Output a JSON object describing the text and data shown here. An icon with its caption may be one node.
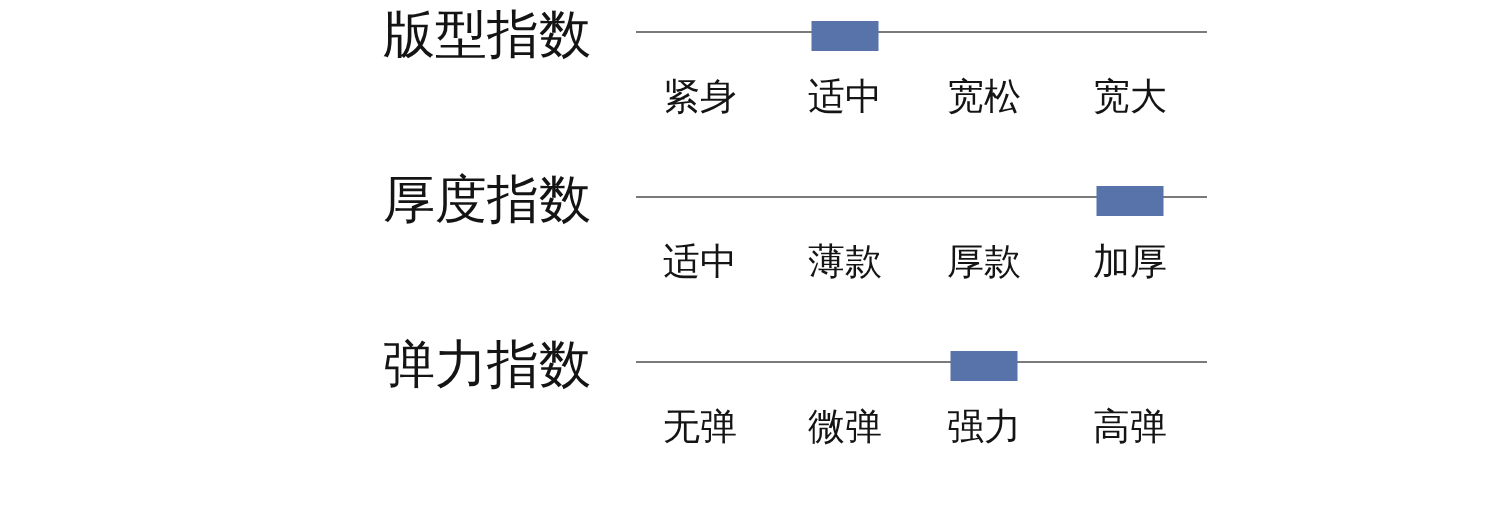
{
  "diagram": {
    "labels": [
      "版型指数",
      "紧身",
      "适中",
      "宽松",
      "宽大",
      "厚度指数",
      "适中",
      "薄款",
      "厚款",
      "加厚",
      "弹力指数",
      "无弹",
      "微弹",
      "强力",
      "高弹"
    ]
  }
}
